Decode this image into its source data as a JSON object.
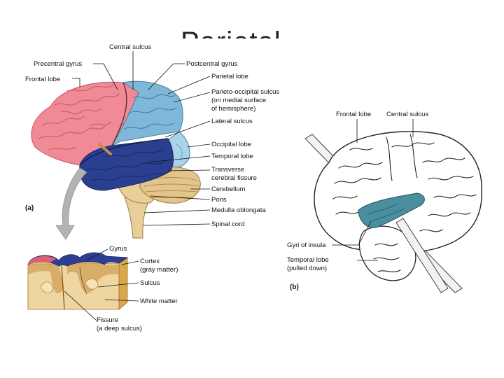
{
  "title": "Parietal",
  "figure_a": {
    "panel_label": "(a)",
    "labels": {
      "central_sulcus": "Central sulcus",
      "precentral_gyrus": "Precentral gyrus",
      "postcentral_gyrus": "Postcentral gyrus",
      "frontal_lobe": "Frontal lobe",
      "parietal_lobe": "Parietal lobe",
      "parieto_occipital_1": "Parieto-occipital sulcus",
      "parieto_occipital_2": "(on medial surface",
      "parieto_occipital_3": "of hemisphere)",
      "lateral_sulcus": "Lateral sulcus",
      "occipital_lobe": "Occipital lobe",
      "temporal_lobe": "Temporal lobe",
      "transverse_1": "Transverse",
      "transverse_2": "cerebral fissure",
      "cerebellum": "Cerebellum",
      "pons": "Pons",
      "medulla": "Medulla oblongata",
      "spinal_cord": "Spinal cord"
    },
    "inset_labels": {
      "gyrus": "Gyrus",
      "cortex_1": "Cortex",
      "cortex_2": "(gray matter)",
      "sulcus": "Sulcus",
      "white_matter": "White matter",
      "fissure_1": "Fissure",
      "fissure_2": "(a deep sulcus)"
    }
  },
  "figure_b": {
    "panel_label": "(b)",
    "labels": {
      "frontal_lobe": "Frontal lobe",
      "central_sulcus": "Central sulcus",
      "gyri_insula": "Gyri of insula",
      "temporal_1": "Temporal lobe",
      "temporal_2": "(pulled down)"
    }
  },
  "colors": {
    "frontal": "#f08a96",
    "parietal": "#7fb7d9",
    "occipital": "#a9d3e6",
    "temporal": "#2a3f8f",
    "cerebellum": "#e3c48a",
    "brainstem": "#e8cf9a",
    "insula": "#4a8fa0"
  }
}
